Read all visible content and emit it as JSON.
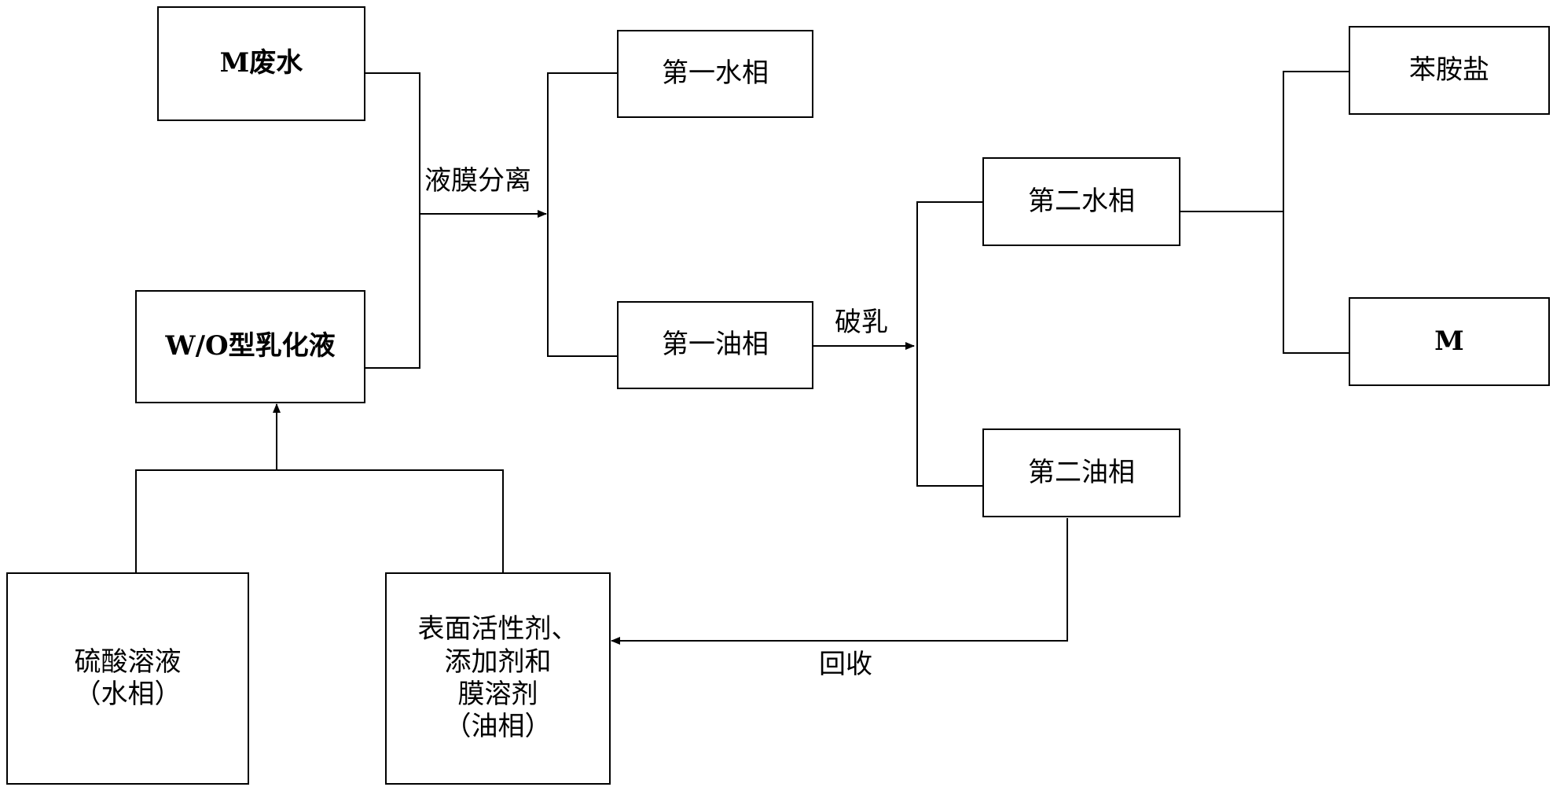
{
  "nodes": {
    "m_wastewater": "M废水",
    "wo_emulsion": "W/O型乳化液",
    "sulfuric_acid": [
      "硫酸溶液",
      "（水相）"
    ],
    "surfactant_mix": [
      "表面活性剂、",
      "添加剂和",
      "膜溶剂",
      "（油相）"
    ],
    "first_water_phase": "第一水相",
    "first_oil_phase": "第一油相",
    "second_water_phase": "第二水相",
    "second_oil_phase": "第二油相",
    "aniline_salt": "苯胺盐",
    "m_product": "M"
  },
  "edge_labels": {
    "membrane_separation": "液膜分离",
    "demulsification": "破乳",
    "recovery": "回收"
  }
}
